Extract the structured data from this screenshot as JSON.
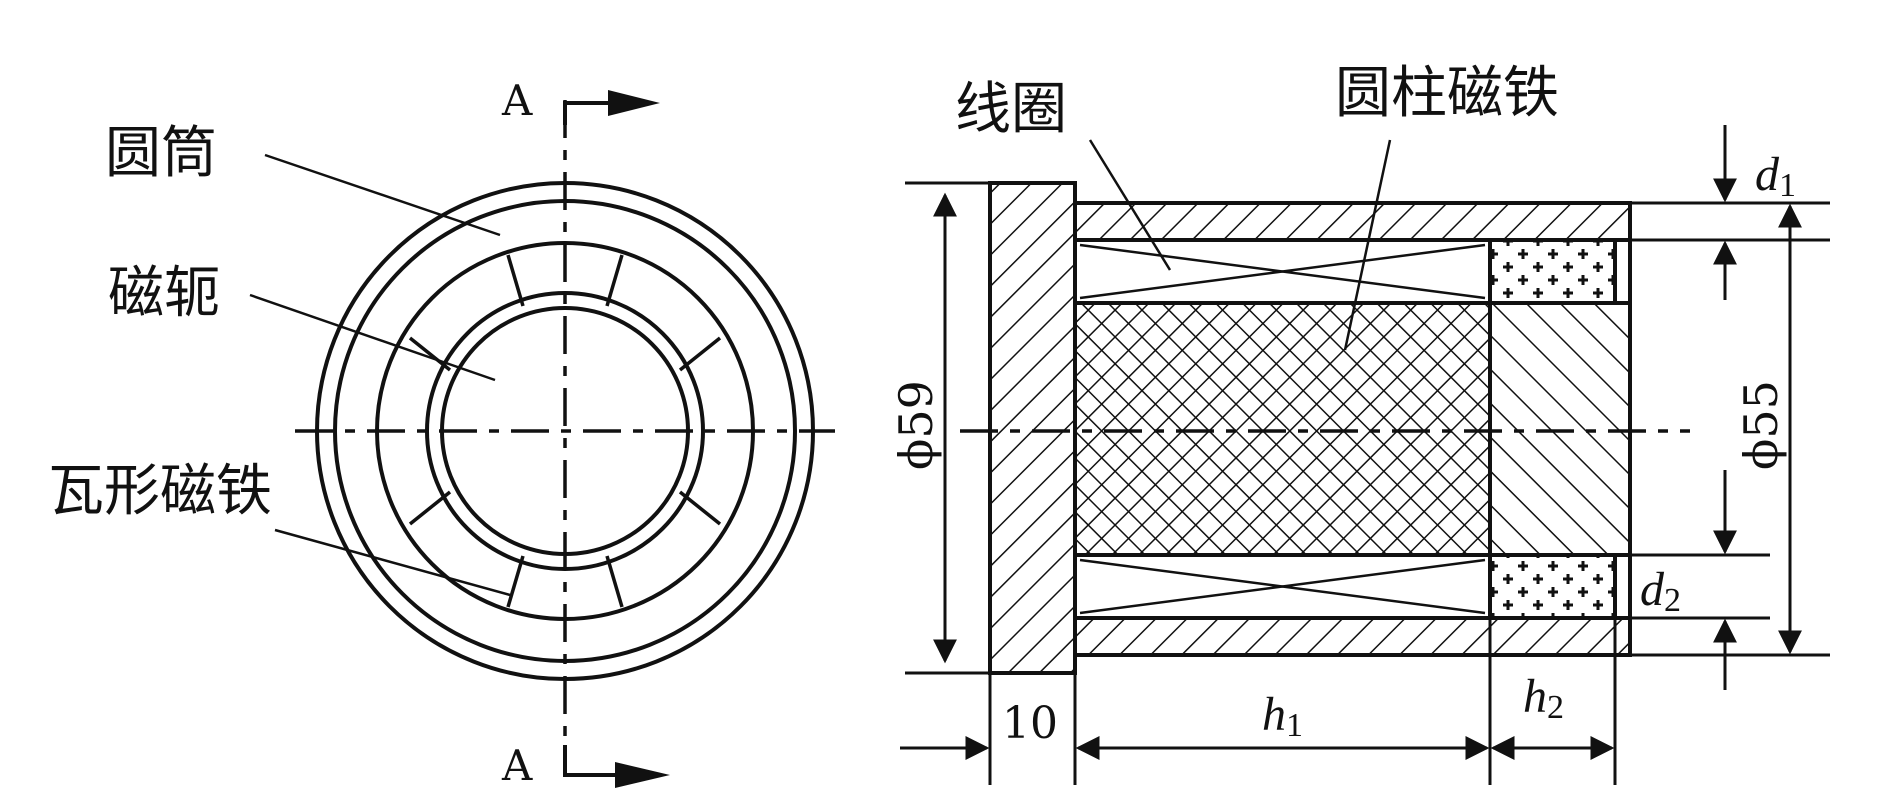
{
  "left_view": {
    "section_mark_top": "A",
    "section_mark_bottom": "A",
    "label_cylinder": "圆筒",
    "label_yoke": "磁轭",
    "label_tile_magnet": "瓦形磁铁"
  },
  "right_view": {
    "label_coil": "线圈",
    "label_cylinder_magnet": "圆柱磁铁",
    "dim_d1_sym": "d",
    "dim_d1_sub": "1",
    "dim_d2_sym": "d",
    "dim_d2_sub": "2",
    "dim_phi59": "ϕ59",
    "dim_phi55": "ϕ55",
    "dim_10": "10",
    "dim_h1_sym": "h",
    "dim_h1_sub": "1",
    "dim_h2_sym": "h",
    "dim_h2_sub": "2"
  },
  "colors": {
    "ink": "#111111",
    "background": "#ffffff"
  }
}
